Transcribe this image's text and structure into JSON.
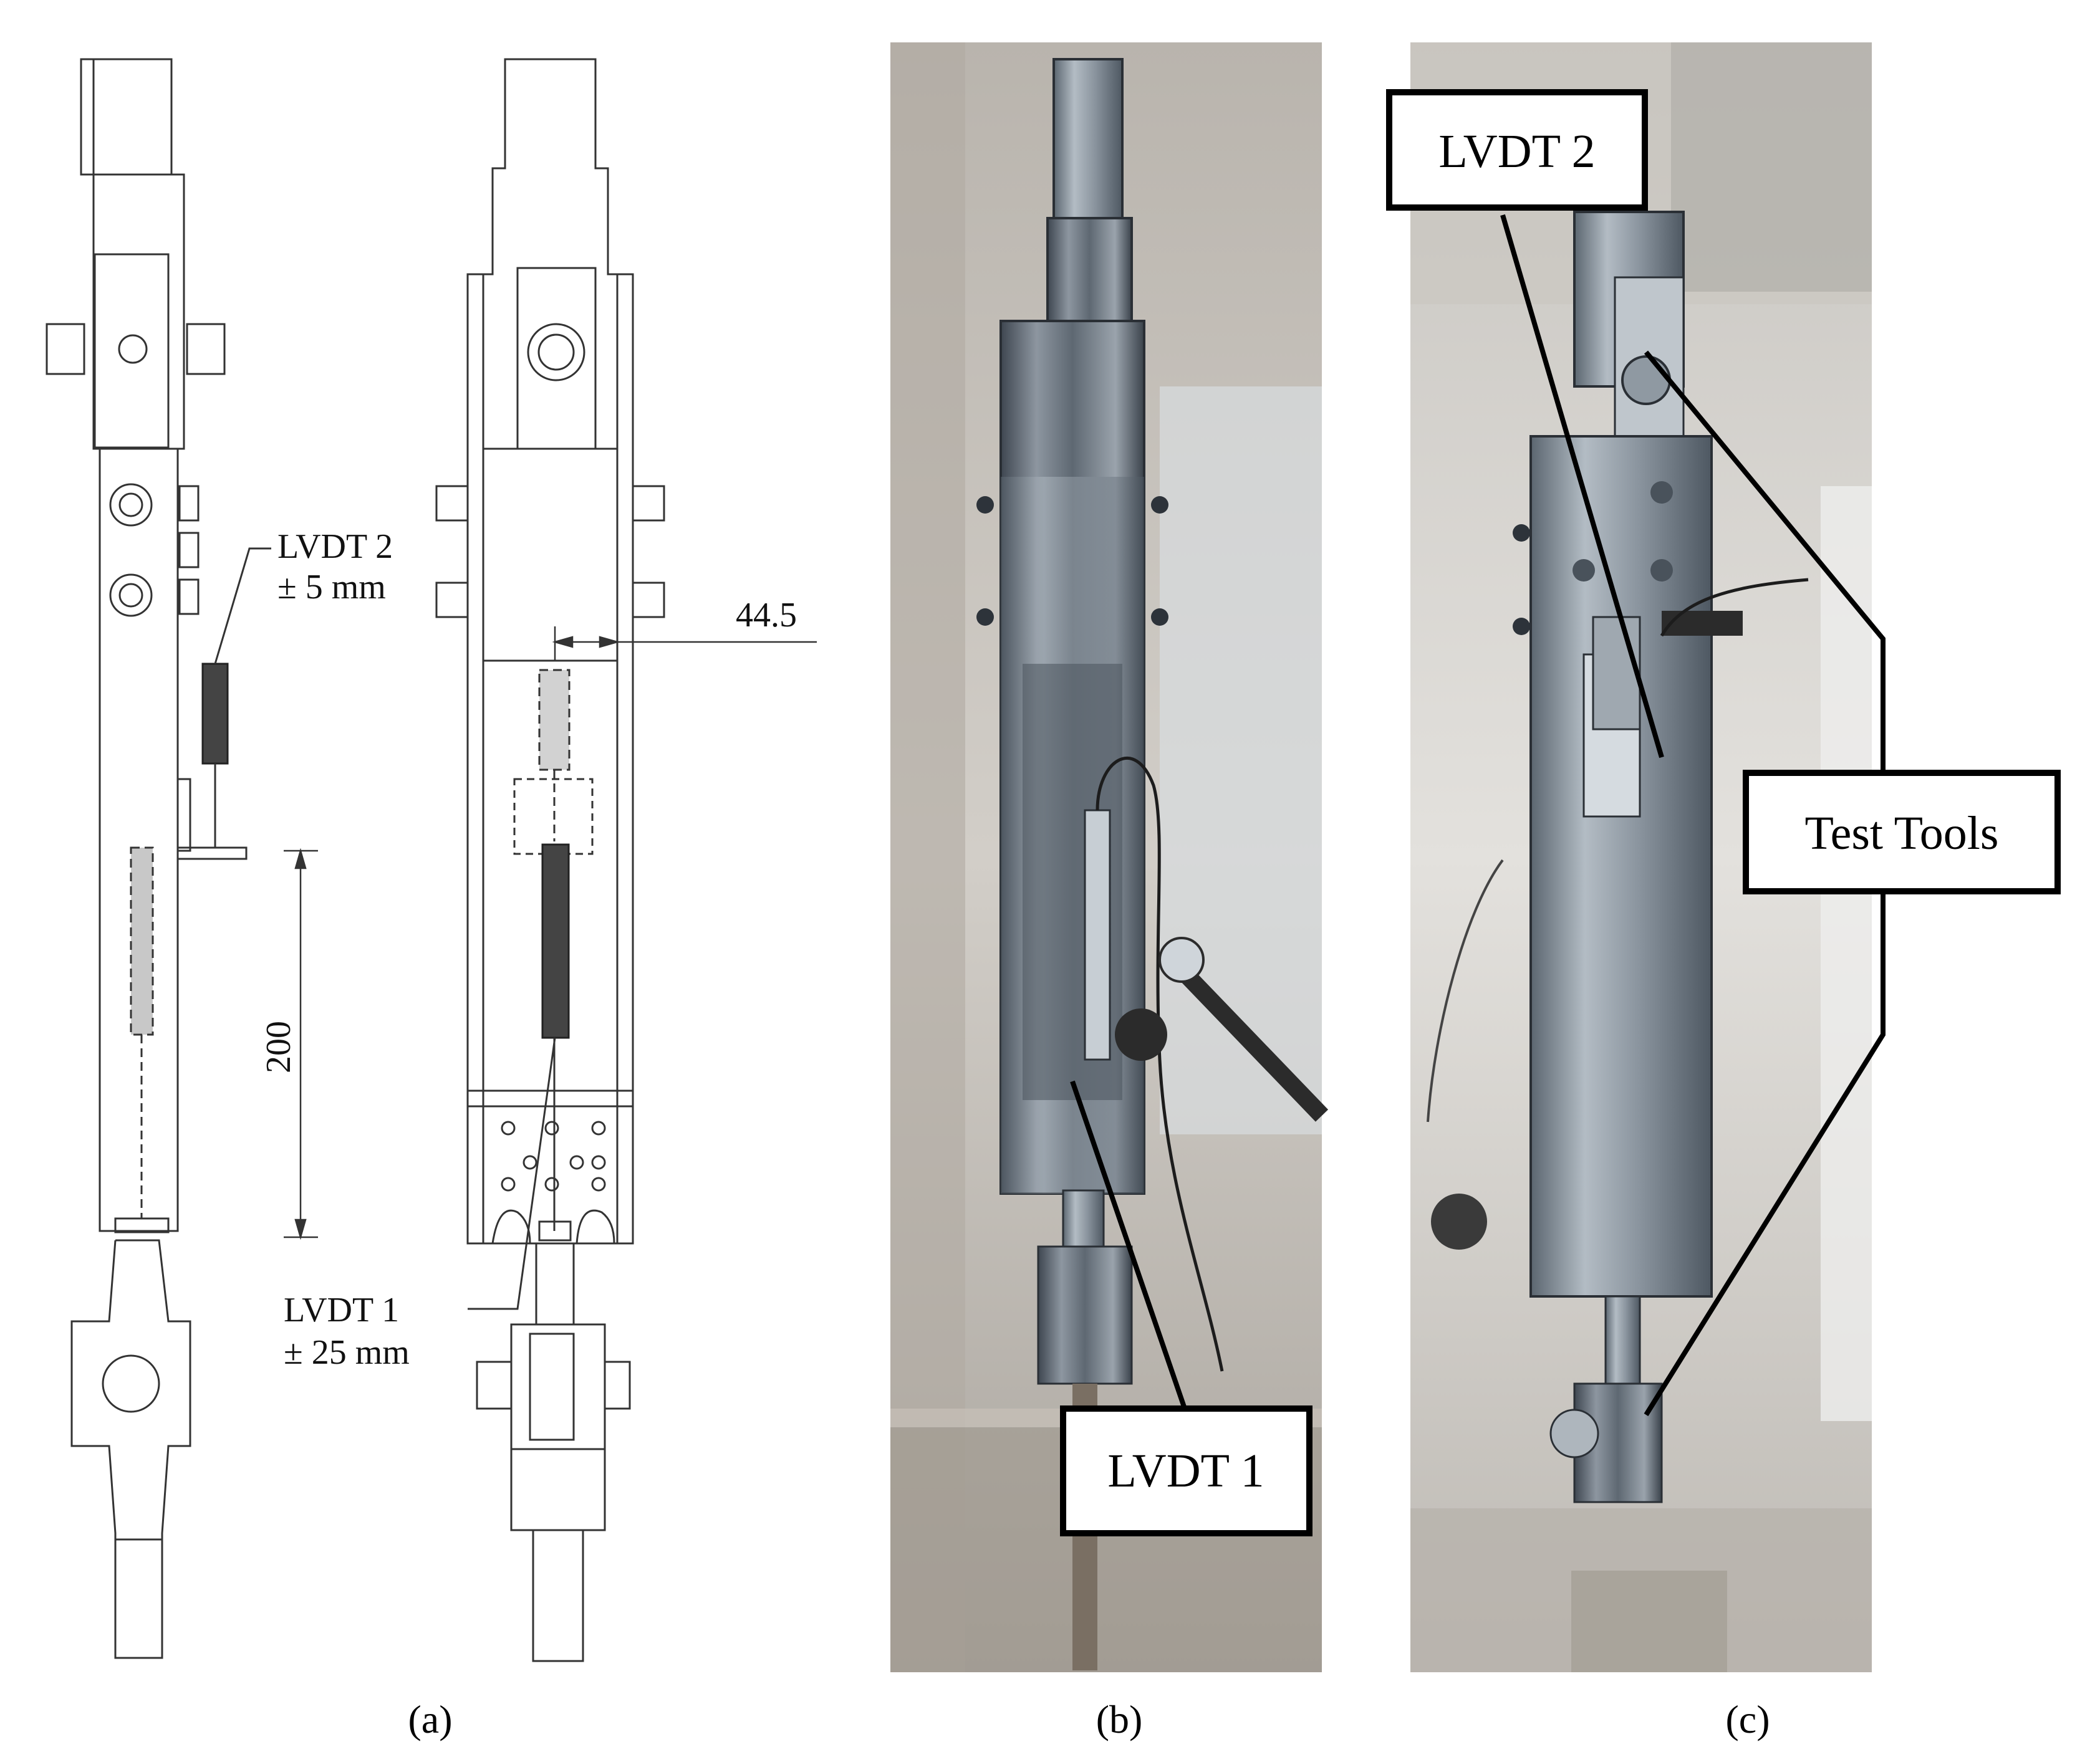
{
  "panel_a": {
    "caption": "(a)",
    "lvdt2_label": "LVDT 2",
    "lvdt2_range": "± 5 mm",
    "lvdt1_label": "LVDT 1",
    "lvdt1_range": "± 25 mm",
    "dim_horizontal": "44.5",
    "dim_vertical": "200"
  },
  "panel_b": {
    "caption": "(b)",
    "callout_lvdt1": "LVDT 1"
  },
  "panel_c": {
    "caption": "(c)",
    "callout_lvdt2": "LVDT 2",
    "callout_test_tools": "Test Tools"
  }
}
